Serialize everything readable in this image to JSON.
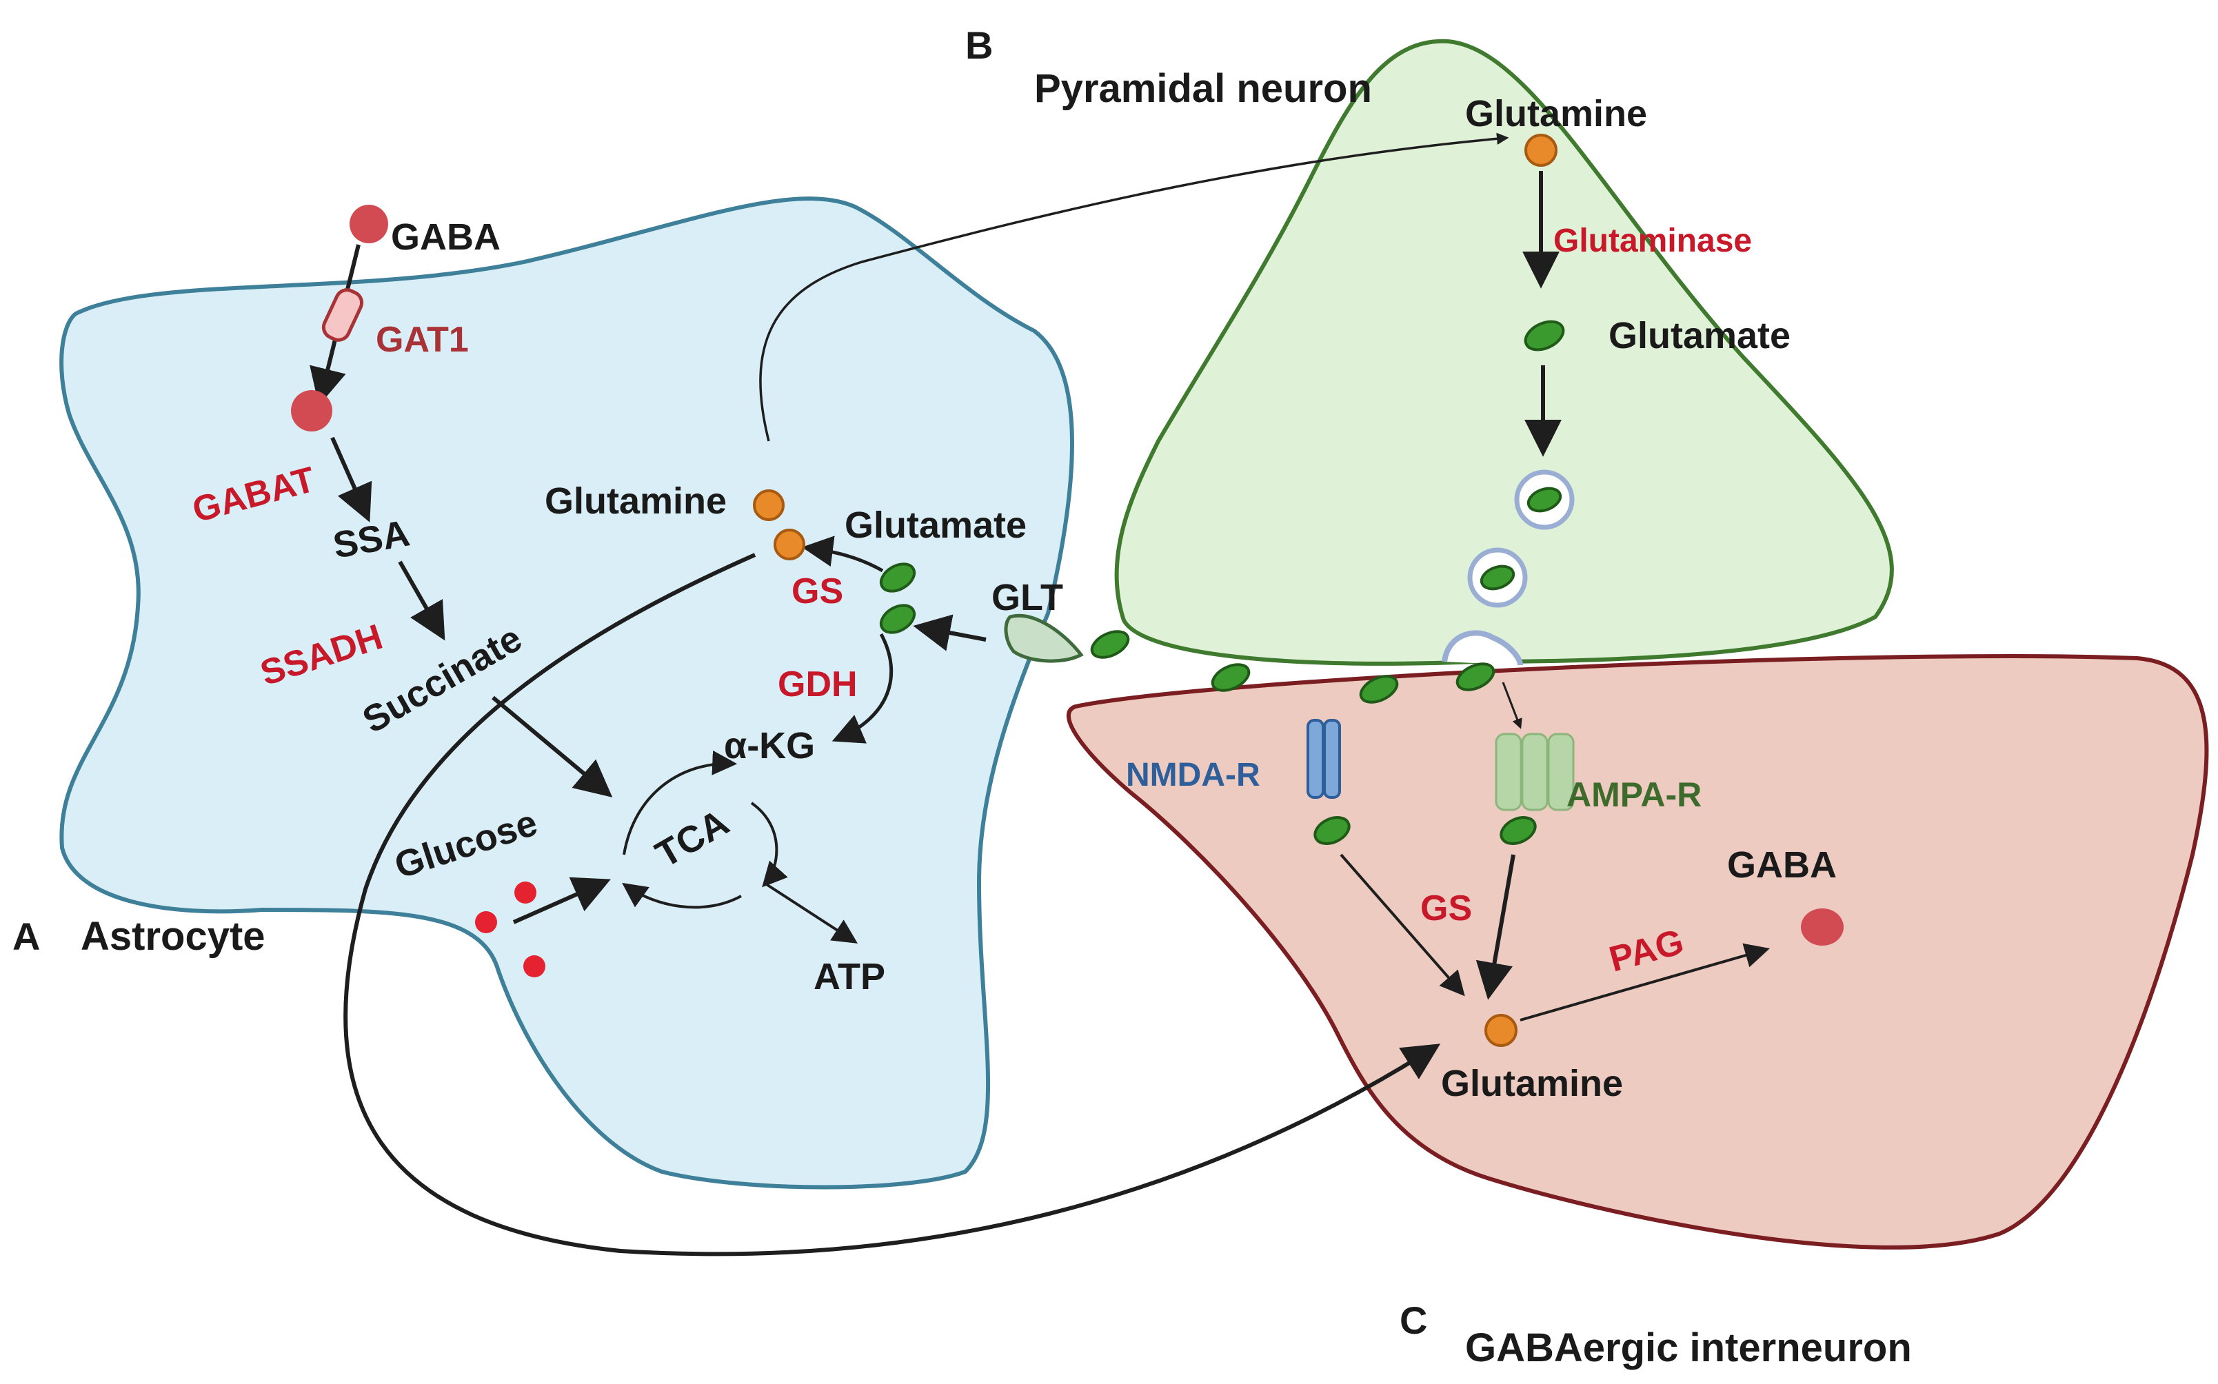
{
  "panels": {
    "a": {
      "letter": "A",
      "title": "Astrocyte"
    },
    "b": {
      "letter": "B",
      "title": "Pyramidal neuron"
    },
    "c": {
      "letter": "C",
      "title": "GABAergic interneuron"
    }
  },
  "astrocyte": {
    "gaba": "GABA",
    "gat1": "GAT1",
    "gabat": "GABAT",
    "ssa": "SSA",
    "ssadh": "SSADH",
    "succinate": "Succinate",
    "glucose": "Glucose",
    "tca": "TCA",
    "akg": "α-KG",
    "atp": "ATP",
    "gdh": "GDH",
    "gs": "GS",
    "glutamine": "Glutamine",
    "glutamate": "Glutamate",
    "glt": "GLT"
  },
  "pyramidal": {
    "glutamine": "Glutamine",
    "glutaminase": "Glutaminase",
    "glutamate": "Glutamate"
  },
  "interneuron": {
    "nmda": "NMDA-R",
    "ampa": "AMPA-R",
    "gs": "GS",
    "pag": "PAG",
    "gaba": "GABA",
    "glutamine": "Glutamine"
  },
  "colors": {
    "astrocyte_fill": "#d9eef6",
    "astrocyte_stroke": "#3e7f99",
    "pyramidal_fill": "#dff2d8",
    "pyramidal_stroke": "#3f7a2e",
    "interneuron_fill": "#eecbc0",
    "interneuron_stroke": "#7a1e22",
    "enzyme_red": "#c8192a",
    "glutamate_green": "#3a9a2e",
    "glutamine_orange": "#e88a2a",
    "gaba_red": "#d24b52"
  }
}
